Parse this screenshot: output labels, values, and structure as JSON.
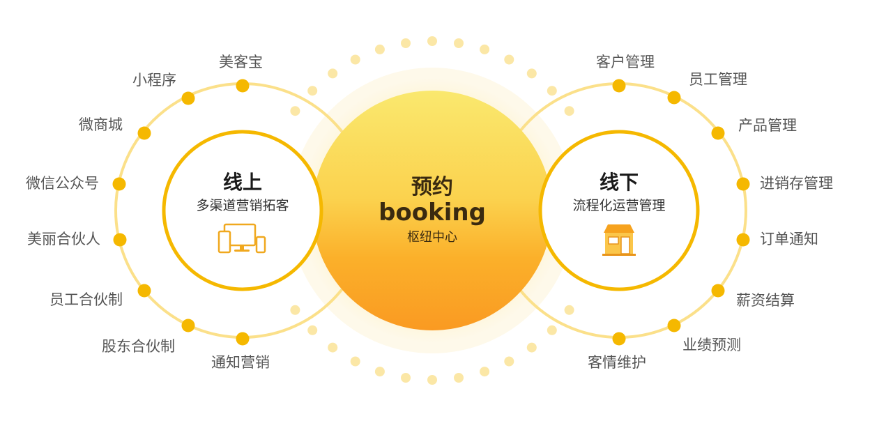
{
  "center": {
    "title": "预约",
    "subtitle_en": "booking",
    "caption": "枢纽中心"
  },
  "online": {
    "title": "线上",
    "subtitle": "多渠道营销拓客",
    "icon": "devices-icon",
    "items": [
      "美客宝",
      "小程序",
      "微商城",
      "微信公众号",
      "美丽合伙人",
      "员工合伙制",
      "股东合伙制",
      "通知营销"
    ]
  },
  "offline": {
    "title": "线下",
    "subtitle": "流程化运营管理",
    "icon": "store-icon",
    "items": [
      "客户管理",
      "员工管理",
      "产品管理",
      "进销存管理",
      "订单通知",
      "薪资结算",
      "业绩预测",
      "客情维护"
    ]
  },
  "colors": {
    "accent": "#f5b800",
    "ring": "#f9cc3a",
    "ring_light": "#fbe08a",
    "dot_light": "#fbe7a6",
    "halo": "#fdf6dc",
    "center_top": "#f9e66a",
    "center_bottom": "#fb9a1e"
  }
}
